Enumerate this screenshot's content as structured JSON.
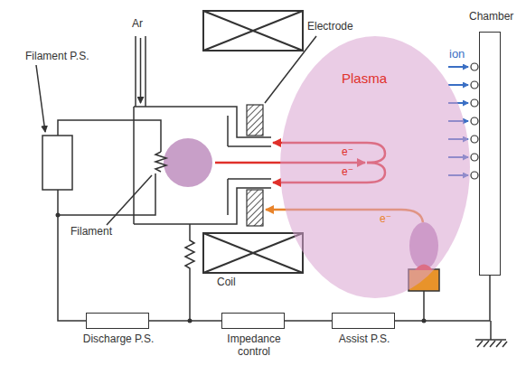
{
  "diagram": {
    "nodes": [
      {
        "text": [
          "Plasma"
        ]
      },
      {
        "text": [
          "Chamber"
        ]
      },
      {
        "text": [
          "Discharge P.S."
        ]
      },
      {
        "text": [
          "Impedance control"
        ]
      },
      {
        "text": [
          "Assist P.S."
        ]
      }
    ],
    "edges": [
      {
        "from": 2,
        "to": 3,
        "arrow": "none"
      },
      {
        "from": 3,
        "to": 4,
        "arrow": "none"
      },
      {
        "from": 4,
        "to": 1,
        "arrow": "none"
      }
    ],
    "labels": [
      "Filament P.S.",
      "Ar",
      "Electrode",
      "ion",
      "e⁻",
      "e⁻",
      "e⁻",
      "Filament",
      "Coil"
    ]
  }
}
